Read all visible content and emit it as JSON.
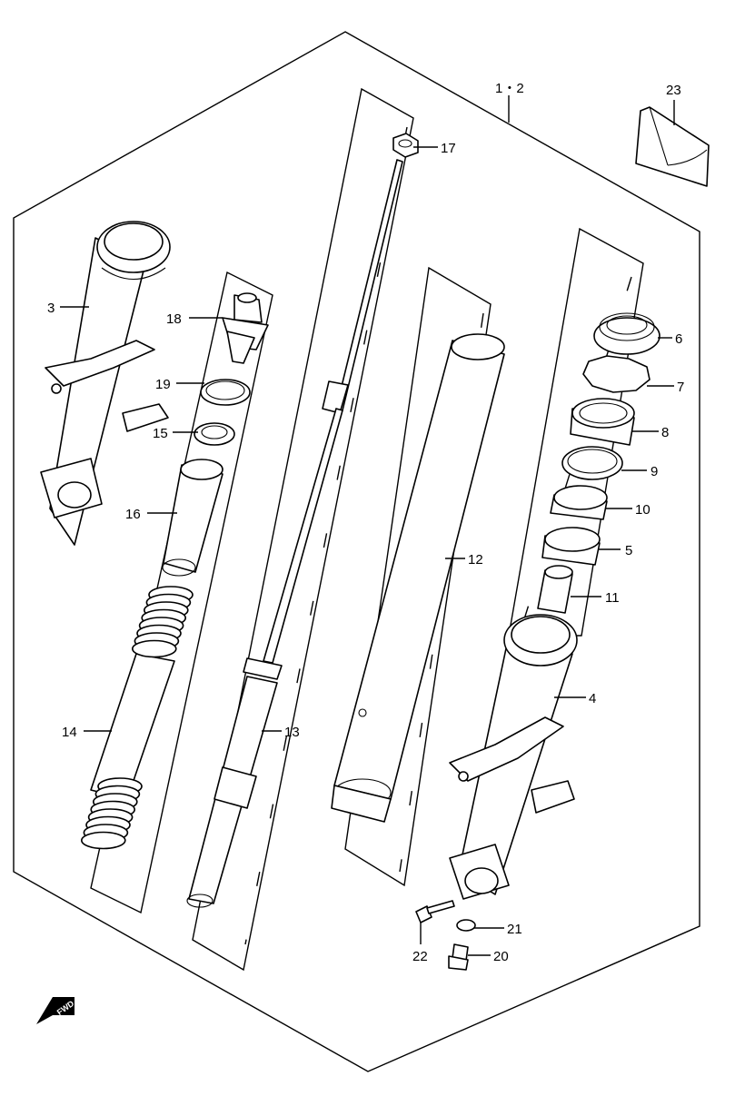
{
  "parts": [
    {
      "id": "p1-2",
      "label": "1・2"
    },
    {
      "id": "p3",
      "label": "3"
    },
    {
      "id": "p4",
      "label": "4"
    },
    {
      "id": "p5",
      "label": "5"
    },
    {
      "id": "p6",
      "label": "6"
    },
    {
      "id": "p7",
      "label": "7"
    },
    {
      "id": "p8",
      "label": "8"
    },
    {
      "id": "p9",
      "label": "9"
    },
    {
      "id": "p10",
      "label": "10"
    },
    {
      "id": "p11",
      "label": "11"
    },
    {
      "id": "p12",
      "label": "12"
    },
    {
      "id": "p13",
      "label": "13"
    },
    {
      "id": "p14",
      "label": "14"
    },
    {
      "id": "p15",
      "label": "15"
    },
    {
      "id": "p16",
      "label": "16"
    },
    {
      "id": "p17",
      "label": "17"
    },
    {
      "id": "p18",
      "label": "18"
    },
    {
      "id": "p19",
      "label": "19"
    },
    {
      "id": "p20",
      "label": "20"
    },
    {
      "id": "p21",
      "label": "21"
    },
    {
      "id": "p22",
      "label": "22"
    },
    {
      "id": "p23",
      "label": "23"
    }
  ],
  "direction_badge": {
    "text": "FWD",
    "icon": "forward-arrow-icon"
  },
  "colors": {
    "line": "#000000",
    "background": "#ffffff"
  }
}
